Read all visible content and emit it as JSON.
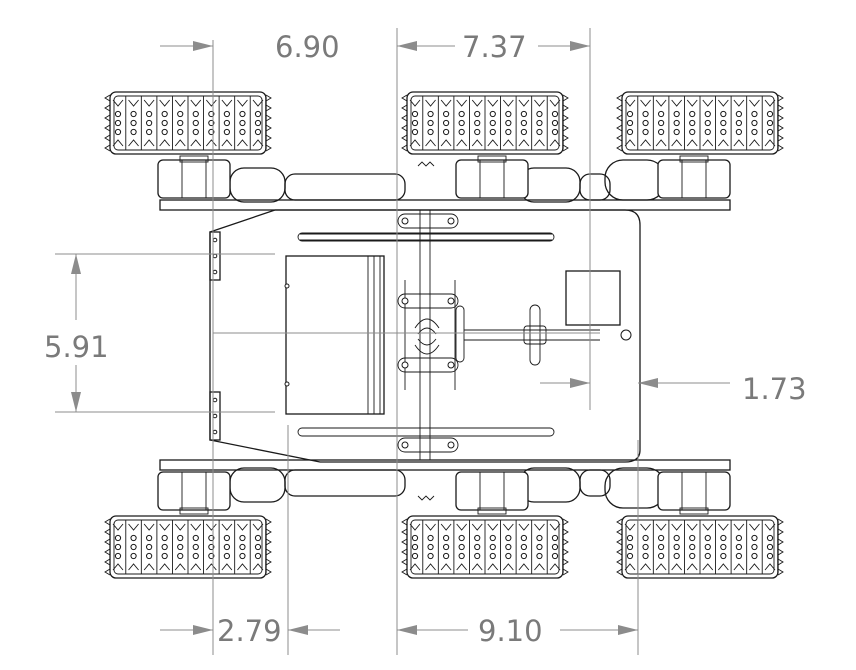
{
  "dimensions": {
    "top_left": "6.90",
    "top_right": "7.37",
    "left_vertical": "5.91",
    "right_side": "1.73",
    "bottom_left": "2.79",
    "bottom_right": "9.10"
  },
  "colors": {
    "line": "#1a1a1a",
    "dimension": "#8c8c8c",
    "dimension_text": "#7a7a7a",
    "background": "#ffffff"
  }
}
